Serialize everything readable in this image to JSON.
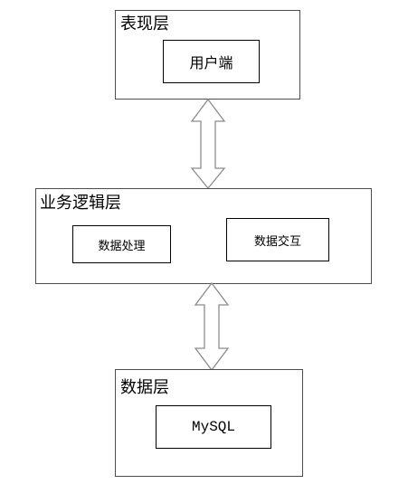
{
  "layers": {
    "presentation": {
      "title": "表现层",
      "components": [
        "用户端"
      ]
    },
    "business": {
      "title": "业务逻辑层",
      "components": [
        "数据处理",
        "数据交互"
      ]
    },
    "data": {
      "title": "数据层",
      "components": [
        "MySQL"
      ]
    }
  },
  "connectors": [
    {
      "from": "表现层",
      "to": "业务逻辑层",
      "direction": "bidirectional"
    },
    {
      "from": "业务逻辑层",
      "to": "数据层",
      "direction": "bidirectional"
    }
  ],
  "colors": {
    "box_border": "#4d4d4d",
    "component_border": "#000000",
    "arrow_fill": "#ffffff",
    "arrow_stroke": "#8c8c8c"
  }
}
